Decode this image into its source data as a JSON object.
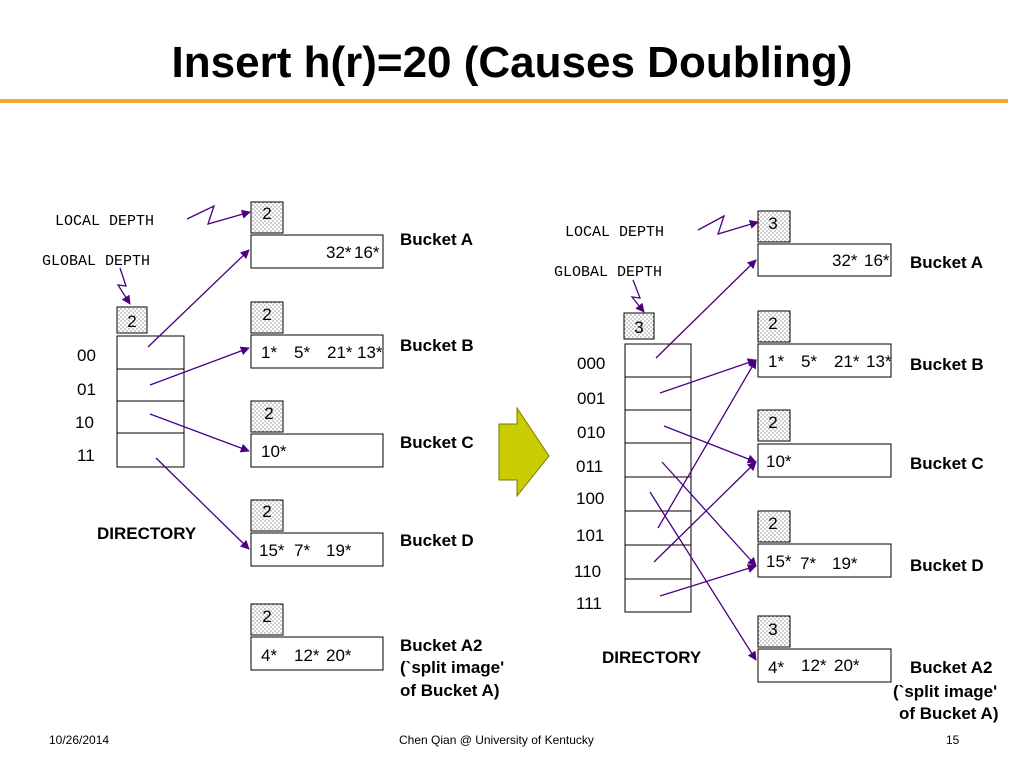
{
  "slide": {
    "title": "Insert h(r)=20 (Causes Doubling)",
    "footer_date": "10/26/2014",
    "footer_center": "Chen Qian @ University of Kentucky",
    "page_number": "15",
    "accent_color": "#f0a830",
    "arrow_color": "#c8cc00",
    "line_color": "#4b0082"
  },
  "left": {
    "local_depth_label": "LOCAL DEPTH",
    "global_depth_label": "GLOBAL DEPTH",
    "global_depth": "2",
    "directory_label": "DIRECTORY",
    "dir_labels": [
      "00",
      "01",
      "10",
      "11"
    ],
    "buckets": [
      {
        "depth": "2",
        "entries": [
          "32*",
          "16*"
        ],
        "name": "Bucket A"
      },
      {
        "depth": "2",
        "entries": [
          "1*",
          "5*",
          "21*",
          "13*"
        ],
        "name": "Bucket B"
      },
      {
        "depth": "2",
        "entries": [
          "10*"
        ],
        "name": "Bucket C"
      },
      {
        "depth": "2",
        "entries": [
          "15*",
          "7*",
          "19*"
        ],
        "name": "Bucket D"
      },
      {
        "depth": "2",
        "entries": [
          "4*",
          "12*",
          "20*"
        ],
        "name": "Bucket A2",
        "name_lines": [
          "(`split image'",
          "of Bucket A)"
        ]
      }
    ]
  },
  "right": {
    "local_depth_label": "LOCAL DEPTH",
    "global_depth_label": "GLOBAL DEPTH",
    "global_depth": "3",
    "directory_label": "DIRECTORY",
    "dir_labels": [
      "000",
      "001",
      "010",
      "011",
      "100",
      "101",
      "110",
      "111"
    ],
    "buckets": [
      {
        "depth": "3",
        "entries": [
          "32*",
          "16*"
        ],
        "name": "Bucket A"
      },
      {
        "depth": "2",
        "entries": [
          "1*",
          "5*",
          "21*",
          "13*"
        ],
        "name": "Bucket B"
      },
      {
        "depth": "2",
        "entries": [
          "10*"
        ],
        "name": "Bucket C"
      },
      {
        "depth": "2",
        "entries": [
          "15*",
          "7*",
          "19*"
        ],
        "name": "Bucket D"
      },
      {
        "depth": "3",
        "entries": [
          "4*",
          "12*",
          "20*"
        ],
        "name": "Bucket A2",
        "name_lines": [
          "(`split image'",
          "of Bucket A)"
        ]
      }
    ]
  }
}
